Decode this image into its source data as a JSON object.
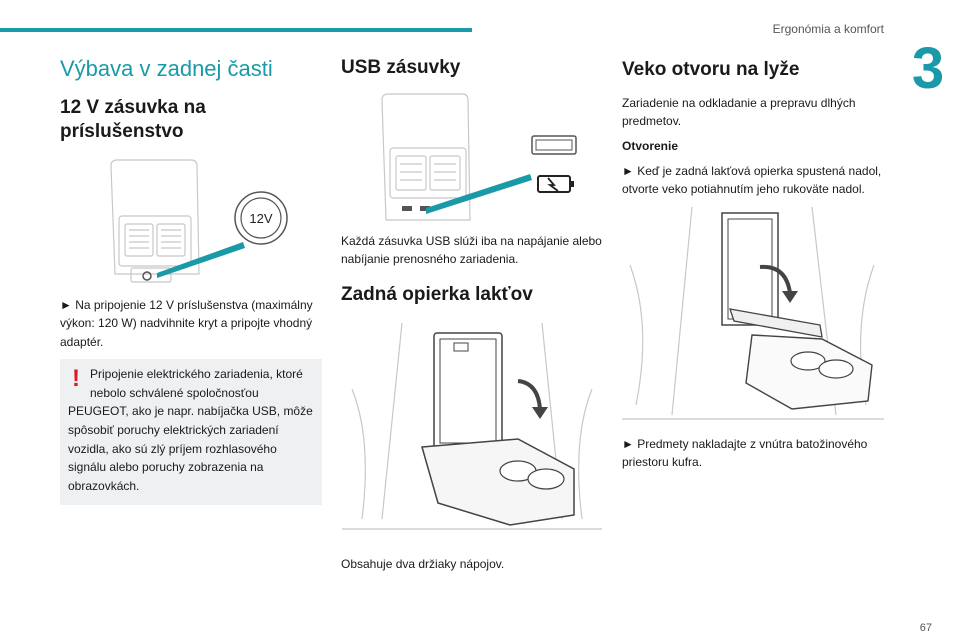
{
  "header": {
    "title": "Ergonómia a komfort",
    "chapter": "3",
    "page": "67"
  },
  "col1": {
    "section_title": "Výbava v zadnej časti",
    "heading": "12 V zásuvka na príslušenstvo",
    "socket_label": "12V",
    "para": "► Na pripojenie 12 V príslušenstva (maximálny výkon: 120 W) nadvihnite kryt a pripojte vhodný adaptér.",
    "warning_lines": [
      "Pripojenie elektrického zariadenia, ktoré",
      "nebolo schválené spoločnosťou",
      "PEUGEOT, ako je napr. nabíjačka USB, môže spôsobiť poruchy elektrických zariadení vozidla, ako sú zlý príjem rozhlasového signálu alebo poruchy zobrazenia na obrazovkách."
    ]
  },
  "col2": {
    "heading1": "USB zásuvky",
    "para1": "Každá zásuvka USB slúži iba na napájanie alebo nabíjanie prenosného zariadenia.",
    "heading2": "Zadná opierka lakťov",
    "para2": "Obsahuje dva držiaky nápojov."
  },
  "col3": {
    "heading": "Veko otvoru na lyže",
    "para1": "Zariadenie na odkladanie a prepravu dlhých predmetov.",
    "subheading": "Otvorenie",
    "para2": "► Keď je zadná lakťová opierka spustená nadol, otvorte veko potiahnutím jeho rukoväte nadol.",
    "para3": "► Predmety nakladajte z vnútra batožinového priestoru kufra."
  },
  "colors": {
    "accent": "#1a9aa8",
    "warning": "#d91c2b",
    "warning_bg": "#eef0f2"
  }
}
